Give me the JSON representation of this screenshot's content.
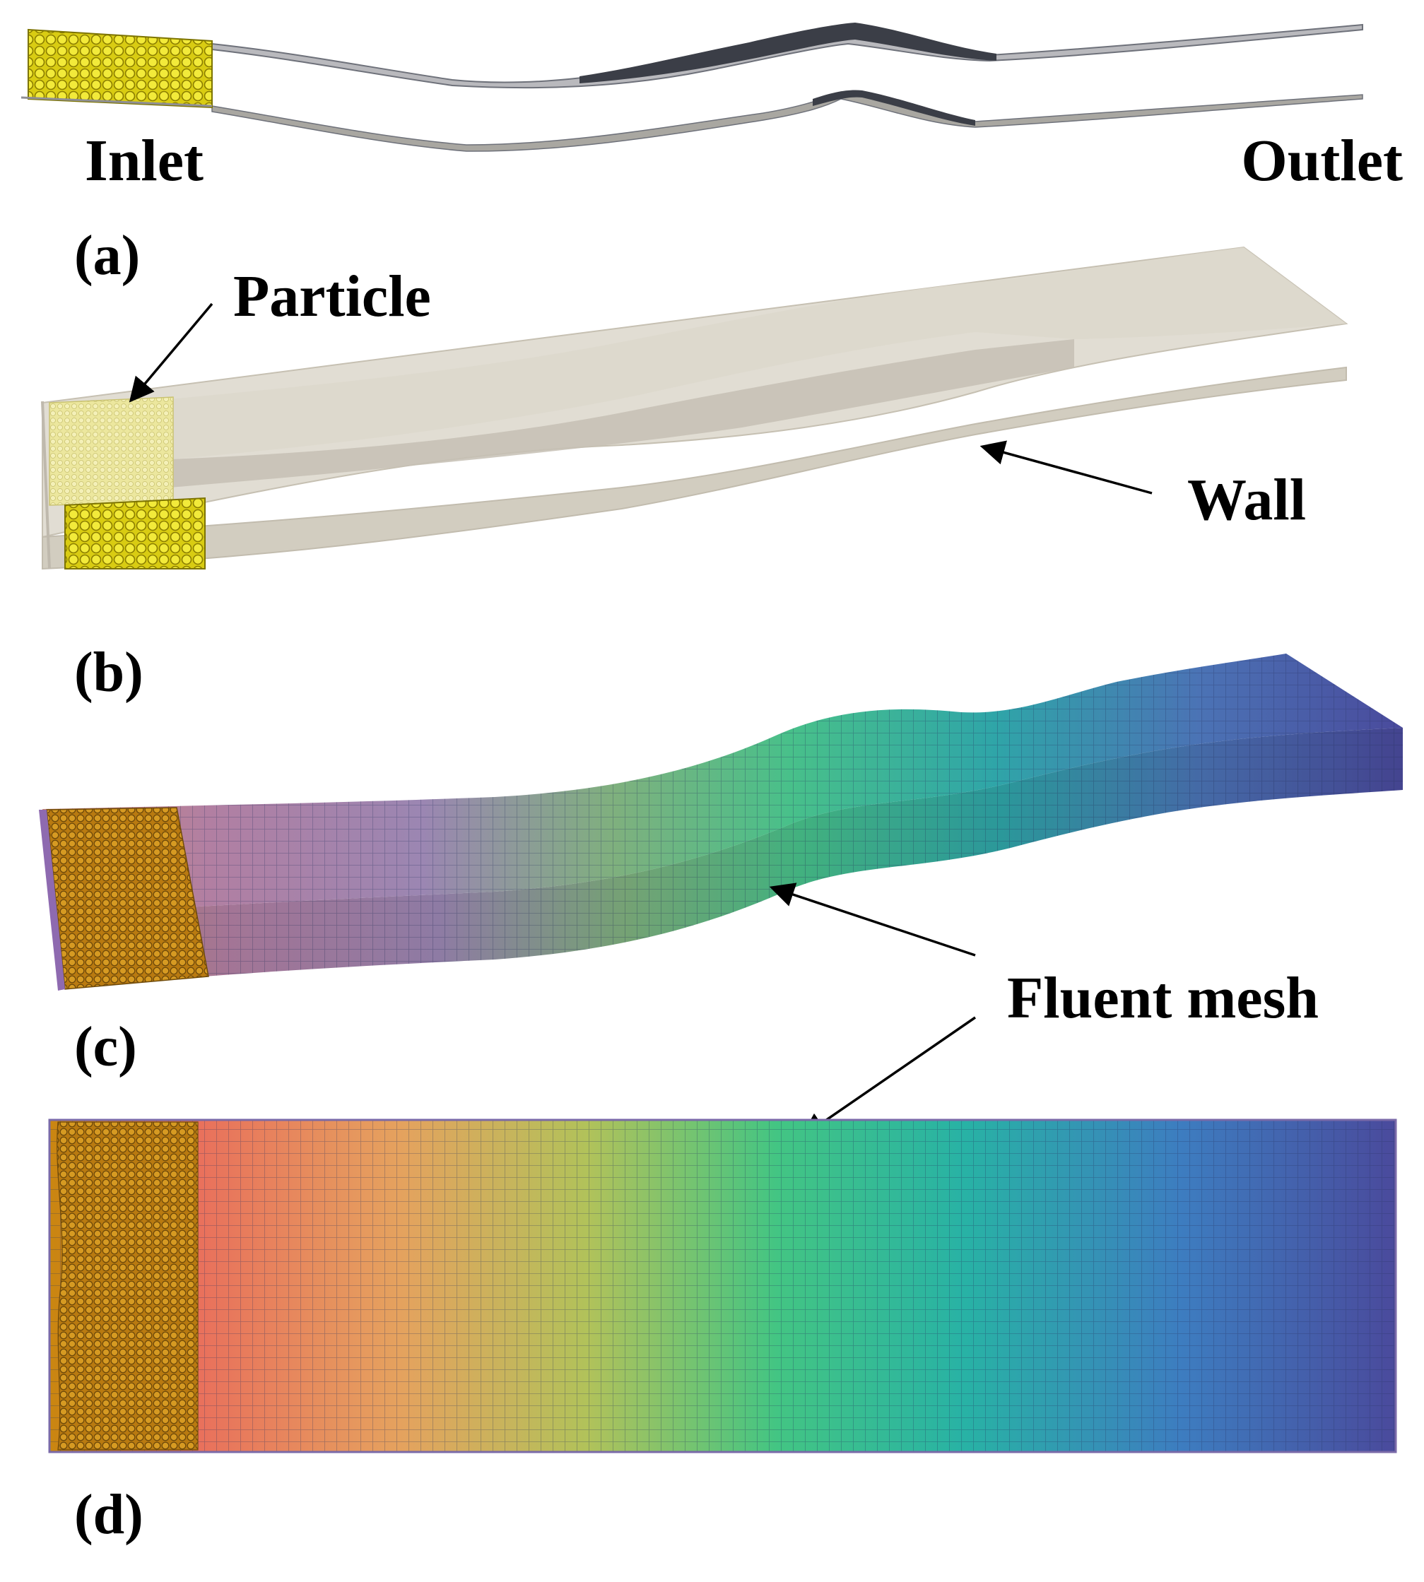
{
  "labels": {
    "inlet": "Inlet",
    "outlet": "Outlet",
    "particle": "Particle",
    "wall": "Wall",
    "fluent_mesh": "Fluent mesh"
  },
  "panels": {
    "a": "(a)",
    "b": "(b)",
    "c": "(c)",
    "d": "(d)"
  },
  "colors": {
    "particle": "#e3d81a",
    "particle_dark": "#8a7d00",
    "wall": "#d8d3c8",
    "wall_edge": "#3c3f48",
    "mesh_particle_zone": "#c9860f",
    "mesh_start": "#e9805f",
    "mesh_mid": "#3fc283",
    "mesh_end": "#4a4a9c",
    "arrow": "#000000"
  },
  "icons": {
    "particles": "packed-sphere-particles",
    "arrows": "arrow-pointer"
  }
}
